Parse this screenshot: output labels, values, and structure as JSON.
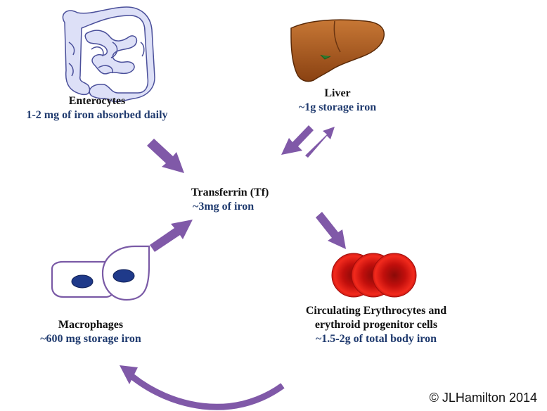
{
  "nodes": {
    "enterocytes": {
      "title": "Enterocytes",
      "subtitle": "1-2 mg of iron absorbed daily"
    },
    "liver": {
      "title": "Liver",
      "subtitle": "~1g storage iron"
    },
    "transferrin": {
      "title": "Transferrin (Tf)",
      "subtitle": "~3mg of iron"
    },
    "macrophages": {
      "title": "Macrophages",
      "subtitle": "~600 mg storage iron"
    },
    "erythrocytes": {
      "title_line1": "Circulating Erythrocytes and",
      "title_line2": "erythroid progenitor cells",
      "subtitle": "~1.5-2g of total body iron"
    }
  },
  "copyright": "© JLHamilton 2014",
  "colors": {
    "arrow": "#8059a8",
    "subtitle_text": "#1f3a6e",
    "intestine_fill": "#dde0f7",
    "liver_fill": "#a5581e",
    "rbc_fill": "#e3170f",
    "macrophage_outline": "#7a5aa6",
    "nucleus_fill": "#1f3a8a"
  },
  "icons": [
    "intestine-icon",
    "liver-icon",
    "red-blood-cells-icon",
    "macrophage-icon"
  ]
}
